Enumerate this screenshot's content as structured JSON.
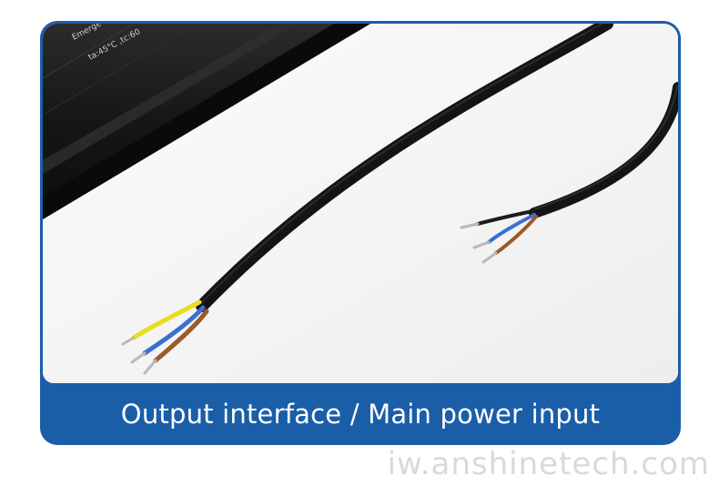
{
  "photo": {
    "label_line1": "Emerge",
    "label_line2": "ta:45°C ,tc:60"
  },
  "caption": {
    "text": "Output interface / Main power input"
  },
  "watermark": {
    "text": "iw.anshinetech.com"
  },
  "colors": {
    "caption_bar": "#1a5ea8",
    "caption_text": "#ffffff",
    "watermark": "#d9d9d9",
    "cable": "#141414",
    "wire_yellow": "#e8de1e",
    "wire_blue": "#3a6fd0",
    "wire_brown": "#9a5a2a"
  }
}
